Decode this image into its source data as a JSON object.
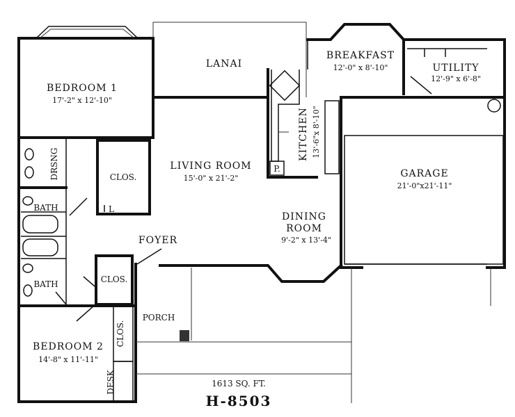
{
  "rooms": {
    "bedroom1": {
      "name": "BEDROOM 1",
      "dims": "17'-2\" x 12'-10\""
    },
    "lanai": {
      "name": "LANAI"
    },
    "breakfast": {
      "name": "BREAKFAST",
      "dims": "12'-0\" x 8'-10\""
    },
    "utility": {
      "name": "UTILITY",
      "dims": "12'-9\" x 6'-8\""
    },
    "kitchen": {
      "name": "KITCHEN",
      "dims": "13'-6\"x 8'-10\""
    },
    "pantry": {
      "name": "P."
    },
    "living": {
      "name": "LIVING ROOM",
      "dims": "15'-0\" x 21'-2\""
    },
    "garage": {
      "name": "GARAGE",
      "dims": "21'-0\"x21'-11\""
    },
    "dining": {
      "name1": "DINING",
      "name2": "ROOM",
      "dims": "9'-2\" x 13'-4\""
    },
    "dressing": {
      "name": "DRSNG"
    },
    "closet1": {
      "name": "CLOS."
    },
    "linen": {
      "name": "L"
    },
    "bath1": {
      "name": "BATH"
    },
    "bath2": {
      "name": "BATH"
    },
    "foyer": {
      "name": "FOYER"
    },
    "closet_foyer": {
      "name": "CLOS."
    },
    "porch": {
      "name": "PORCH"
    },
    "closet2": {
      "name": "CLOS."
    },
    "bedroom2": {
      "name": "BEDROOM 2",
      "dims": "14'-8\" x 11'-11\""
    },
    "desk": {
      "name": "DESK"
    }
  },
  "footer": {
    "area": "1613 SQ. FT.",
    "plan_id": "H-8503"
  }
}
